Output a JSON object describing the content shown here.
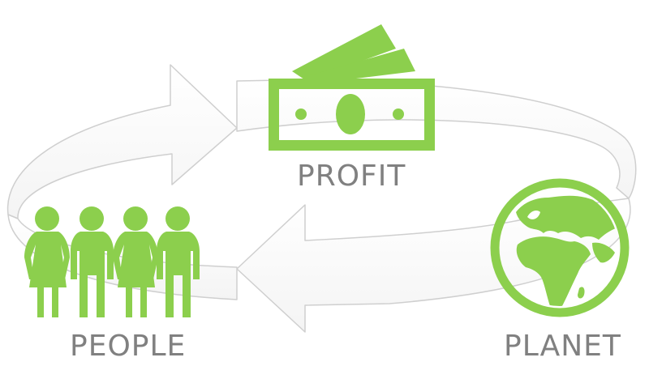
{
  "labels": {
    "profit": "PROFIT",
    "people": "PEOPLE",
    "planet": "PLANET"
  },
  "colors": {
    "accent": "#8ccf4d",
    "arrow_outline": "#cfcfcf",
    "label_text": "#808080"
  },
  "icons": [
    "money-icon",
    "people-icon",
    "globe-icon"
  ]
}
